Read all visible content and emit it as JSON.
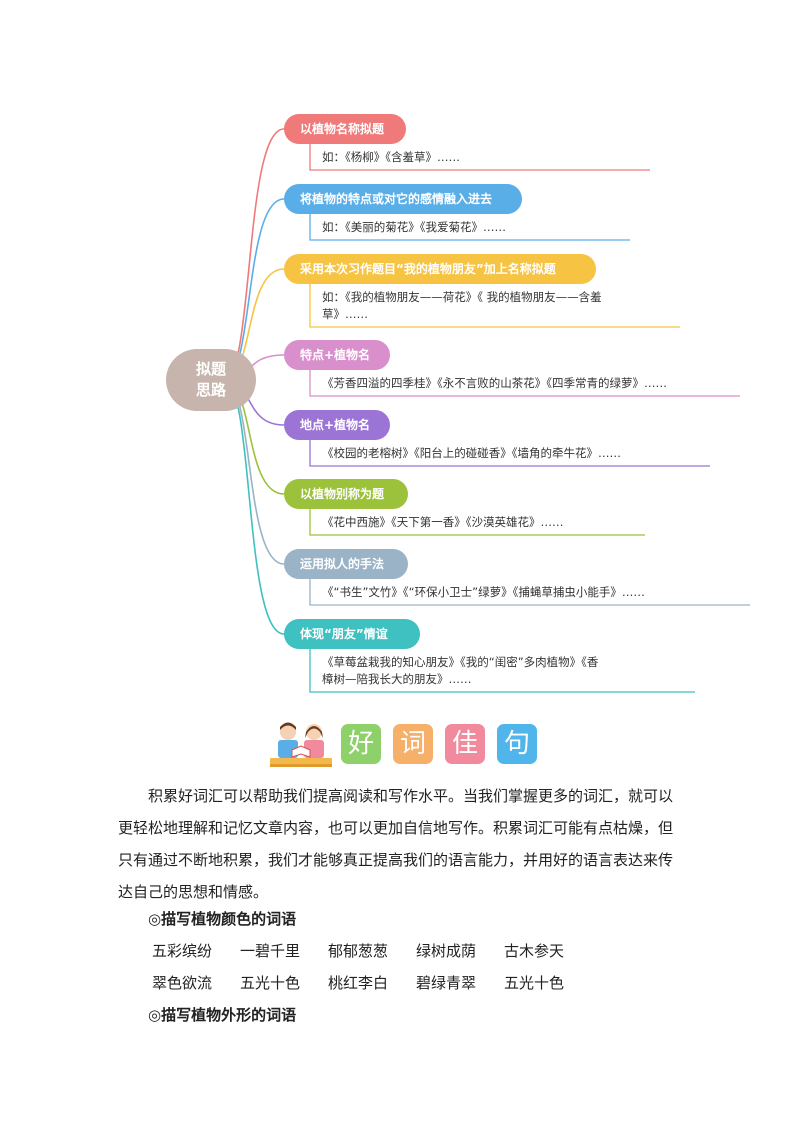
{
  "mindmap": {
    "center": [
      "拟题",
      "思路"
    ],
    "branches": [
      {
        "label": "以植物名称拟题",
        "color": "#f0797a",
        "sub": [
          "如：《杨柳》《含羞草》……"
        ]
      },
      {
        "label": "将植物的特点或对它的感情融入进去",
        "color": "#5aaee8",
        "sub": [
          "如：《美丽的菊花》《我爱菊花》……"
        ]
      },
      {
        "label": "采用本次习作题目“我的植物朋友”加上名称拟题",
        "color": "#f6c343",
        "sub": [
          "如：《我的植物朋友——荷花》《 我的植物朋友——含羞",
          "草》……"
        ]
      },
      {
        "label": "特点+植物名",
        "color": "#d98fcb",
        "sub": [
          "《芳香四溢的四季桂》《永不言败的山茶花》《四季常青的绿萝》……"
        ]
      },
      {
        "label": "地点+植物名",
        "color": "#9b74d6",
        "sub": [
          "《校园的老榕树》《阳台上的碰碰香》《墙角的牵牛花》……"
        ]
      },
      {
        "label": "以植物别称为题",
        "color": "#9bc23a",
        "sub": [
          "《花中西施》《天下第一香》《沙漠英雄花》……"
        ]
      },
      {
        "label": "运用拟人的手法",
        "color": "#9ab3c6",
        "sub": [
          "《“书生”文竹》《“环保小卫士”绿萝》《捕蝇草捕虫小能手》……"
        ]
      },
      {
        "label": "体现“朋友”情谊",
        "color": "#3fc1c1",
        "sub": [
          "《草莓盆栽我的知心朋友》《我的“闺密”多肉植物》《香",
          "樟树—陪我长大的朋友》……"
        ]
      }
    ]
  },
  "banner": {
    "chars": [
      "好",
      "词",
      "佳",
      "句"
    ],
    "colors": [
      "#8ed16b",
      "#f7b06a",
      "#f08a9c",
      "#4fb5ea"
    ]
  },
  "paragraph": "积累好词汇可以帮助我们提高阅读和写作水平。当我们掌握更多的词汇，就可以更轻松地理解和记忆文章内容，也可以更加自信地写作。积累词汇可能有点枯燥，但只有通过不断地积累，我们才能够真正提高我们的语言能力，并用好的语言表达来传达自己的思想和情感。",
  "sections": [
    {
      "heading": "◎描写植物颜色的词语",
      "rows": [
        [
          "五彩缤纷",
          "一碧千里",
          "郁郁葱葱",
          "绿树成荫",
          "古木参天"
        ],
        [
          "翠色欲流",
          "五光十色",
          "桃红李白",
          "碧绿青翠",
          "五光十色"
        ]
      ]
    },
    {
      "heading": "◎描写植物外形的词语",
      "rows": []
    }
  ]
}
